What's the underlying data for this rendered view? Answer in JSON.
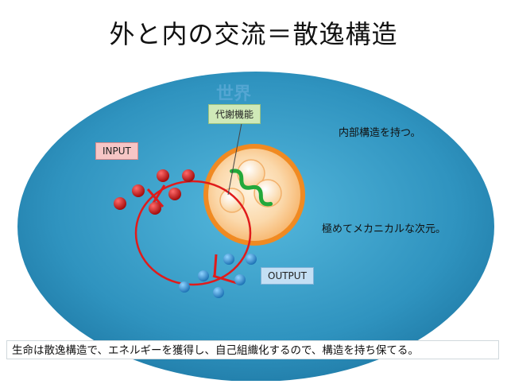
{
  "title": "外と内の交流＝散逸構造",
  "labels": {
    "world": "世界",
    "metabolism": "代謝機能",
    "input": "INPUT",
    "output": "OUTPUT",
    "internal_structure": "内部構造を持つ。",
    "mechanical_dimension": "極めてメカニカルな次元。"
  },
  "bottom_note": "生命は散逸構造で、エネルギーを獲得し、自己組織化するので、構造を持ち保てる。",
  "colors": {
    "ellipse": "#2f8fb6",
    "cell_orange": "#f39a3a",
    "red_particle": "#c01818",
    "blue_particle": "#2b8fd0",
    "green_wave": "#22a83a",
    "loop_red": "#e01b1b",
    "input_box": "#f6c6c6",
    "output_box": "#c4dff4",
    "metabolism_box": "#cfe9b8"
  }
}
